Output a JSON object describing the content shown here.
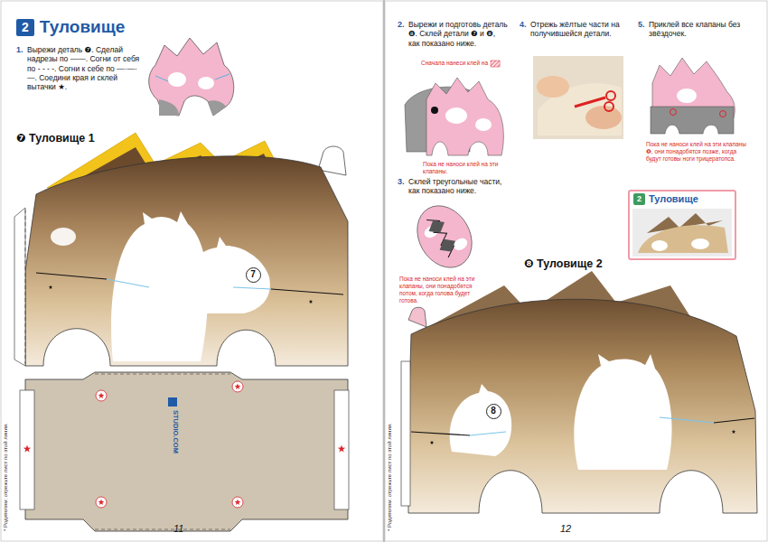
{
  "diagram": {
    "nodes": [
      {
        "text": [
          "2",
          "Туловище"
        ]
      },
      {
        "text": [
          "7"
        ]
      },
      {
        "text": [
          "8"
        ]
      },
      {
        "text": [
          "2",
          "Туловище"
        ]
      }
    ],
    "labels": [
      "1.",
      "Вырежи деталь ❼. Сделай надрезы по ——. Согни от себя по - - - -. Согни к себе по —·—·—. Соедини края и склей вытачки ★.",
      "❼ Туловище 1",
      "STUDIO.COM",
      "* Родителям: отрежьте лист по этой линии.",
      "11",
      "2.",
      "Вырежи и подготовь деталь ❽. Склей детали ❼ и ❽, как показано ниже.",
      "Сначала нанеси клей на",
      "Пока не наноси клей на эти клапаны.",
      "3.",
      "Склей треугольные части, как показано ниже.",
      "Пока не наноси клей на эти клапаны, они понадобятся потом, когда голова будет готова.",
      "4.",
      "Отрежь жёлтые части на получившейся детали.",
      "5.",
      "Приклей все клапаны без звёздочек.",
      "Пока не наноси клей на эти клапаны ❽, они понадобятся позже, когда будут готовы ноги трицератопса.",
      "❽ Туловище 2",
      "* Родителям: отрежьте лист по этой линии.",
      "12"
    ]
  }
}
